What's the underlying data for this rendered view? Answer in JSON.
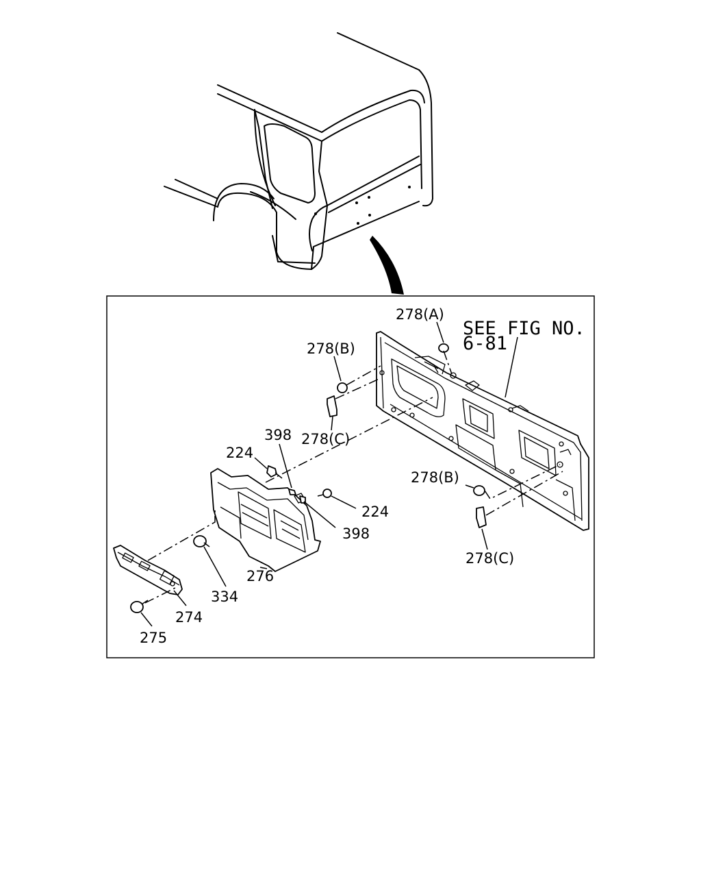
{
  "labels": {
    "p278a": "278(A)",
    "p278b_top": "278(B)",
    "p278c_top": "278(C)",
    "see_line1": "SEE FIG NO.",
    "see_line2": "6-81",
    "p398_top": "398",
    "p224_left": "224",
    "p224_right": "224",
    "p398_right": "398",
    "p278b_right": "278(B)",
    "p278c_right": "278(C)",
    "p276": "276",
    "p334": "334",
    "p274": "274",
    "p275": "275"
  }
}
